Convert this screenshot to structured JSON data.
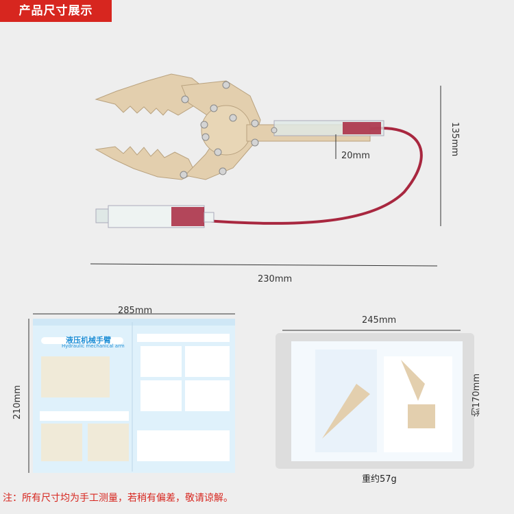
{
  "header": {
    "title": "产品尺寸展示"
  },
  "dimensions": {
    "arm_height": "135mm",
    "syringe_width": "20mm",
    "arm_length": "230mm",
    "manual_width": "285mm",
    "manual_height": "210mm",
    "package_width": "245mm",
    "package_height": "约170mm"
  },
  "manual": {
    "title": "液压机械手臂",
    "subtitle": "Hydraulic mechanical arm"
  },
  "package": {
    "weight": "重约57g"
  },
  "footer": {
    "note": "注：所有尺寸均为手工测量，若稍有偏差，敬请谅解。"
  },
  "colors": {
    "accent": "#d7261f",
    "wood": "#e3cfae",
    "fluid": "#a8273f",
    "manual_blue": "#1f8fd6"
  }
}
